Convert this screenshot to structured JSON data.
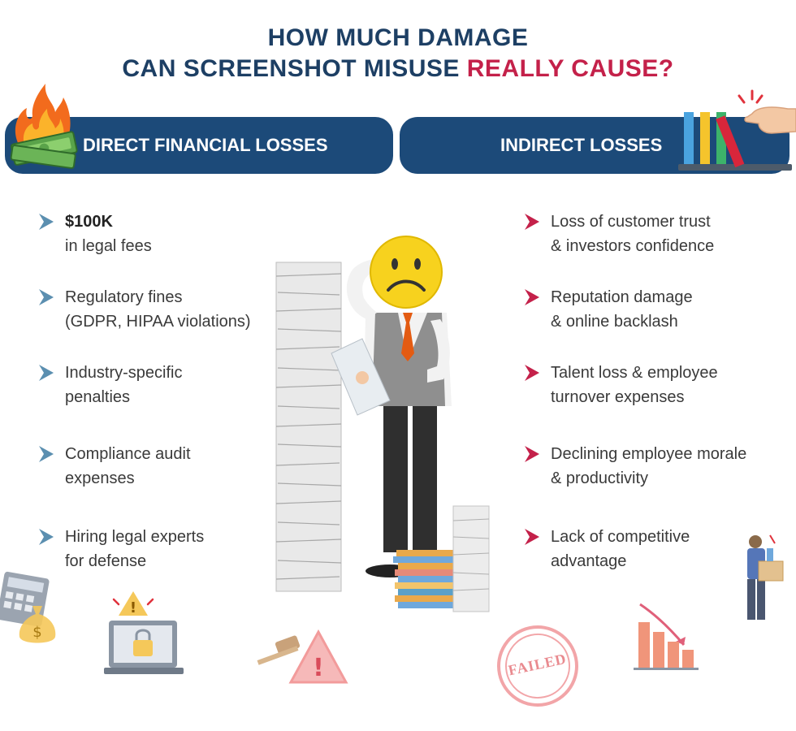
{
  "title": {
    "line1": "HOW MUCH DAMAGE",
    "line2_prefix": "CAN SCREENSHOT MISUSE ",
    "line2_accent": "REALLY CAUSE?"
  },
  "colors": {
    "navy": "#1c4a79",
    "title": "#1d3f64",
    "accent": "#c4214a",
    "left_arrow": "#5b8fb0",
    "right_arrow": "#c4214a"
  },
  "left_banner": "DIRECT FINANCIAL LOSSES",
  "right_banner": "INDIRECT LOSSES",
  "direct_losses": [
    {
      "bold": "$100K",
      "line1": "",
      "line2": "in legal fees"
    },
    {
      "bold": "",
      "line1": "Regulatory fines",
      "line2": "(GDPR, HIPAA violations)"
    },
    {
      "bold": "",
      "line1": "Industry-specific",
      "line2": "penalties"
    },
    {
      "bold": "",
      "line1": "Compliance audit",
      "line2": "expenses"
    },
    {
      "bold": "",
      "line1": "Hiring legal experts",
      "line2": "for defense"
    }
  ],
  "indirect_losses": [
    {
      "line1": "Loss of customer trust",
      "line2": "& investors confidence"
    },
    {
      "line1": "Reputation damage",
      "line2": "& online backlash"
    },
    {
      "line1": "Talent loss & employee",
      "line2": "turnover expenses"
    },
    {
      "line1": "Declining employee morale",
      "line2": "& productivity"
    },
    {
      "line1": "Lack of competitive",
      "line2": "advantage"
    }
  ],
  "stamp_text": "FAILED",
  "icons": {
    "left_banner": "burning-money-icon",
    "right_banner": "books-pointing-hand-icon",
    "center": "stressed-businessman-paper-stack-illustration",
    "calculator": "calculator-money-bag-icon",
    "laptop": "laptop-lock-warning-icon",
    "gavel": "gavel-warning-icon",
    "stamp": "failed-stamp-icon",
    "chart": "declining-bar-chart-icon",
    "leaving": "employee-leaving-box-icon"
  }
}
